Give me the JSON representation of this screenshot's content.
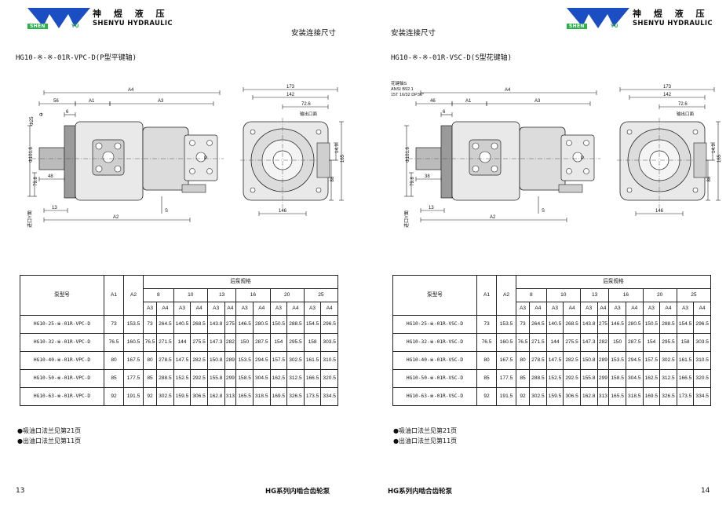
{
  "brand": {
    "name_cn": "神 煜 液 压",
    "name_en": "SHENYU HYDRAULIC",
    "logo_left": "SHEN",
    "logo_right": "YU",
    "color": "#1a4ec2"
  },
  "section_title": "安装连接尺寸",
  "pages": [
    {
      "model_title": "HG10-※-※-01R-VPC-D(P型平键轴)",
      "shaft_note": [],
      "page_number": "13",
      "footer_title": "HG系列内啮合齿轮泵",
      "dims": {
        "A4": "A4",
        "A1": "A1",
        "A3": "A3",
        "A2": "A2",
        "d56": "56",
        "d6": "6",
        "d48": "48",
        "d13": "13",
        "d173": "173",
        "d142": "142",
        "d726": "72.6",
        "d146": "146",
        "d165": "165",
        "d88": "88",
        "d143": "14.3",
        "S": "S",
        "P": "P",
        "outlet": "输出口面",
        "inlet_face": "进口Y面",
        "dia_left": "Φ101.6",
        "dia_small": "Φ25",
        "dia_f6": "Φ",
        "d798": "79.8",
        "d8": "8"
      },
      "table": {
        "col_model": "泵型号",
        "col_a1": "A1",
        "col_a2": "A2",
        "col_group": "后泵规格",
        "sizes": [
          "8",
          "10",
          "13",
          "16",
          "20",
          "25"
        ],
        "sub": [
          "A3",
          "A4"
        ],
        "rows": [
          {
            "model": "HG10-25-※-01R-VPC-D",
            "a1": "73",
            "a2": "153.5",
            "vals": [
              "73",
              "264.5",
              "140.5",
              "268.5",
              "143.8",
              "275",
              "146.5",
              "280.5",
              "150.5",
              "288.5",
              "154.5",
              "296.5"
            ]
          },
          {
            "model": "HG10-32-※-01R-VPC-D",
            "a1": "76.5",
            "a2": "160.5",
            "vals": [
              "76.5",
              "271.5",
              "144",
              "275.5",
              "147.3",
              "282",
              "150",
              "287.5",
              "154",
              "295.5",
              "158",
              "303.5"
            ]
          },
          {
            "model": "HG10-40-※-01R-VPC-D",
            "a1": "80",
            "a2": "167.5",
            "vals": [
              "80",
              "278.5",
              "147.5",
              "282.5",
              "150.8",
              "289",
              "153.5",
              "294.5",
              "157.5",
              "302.5",
              "161.5",
              "310.5"
            ]
          },
          {
            "model": "HG10-50-※-01R-VPC-D",
            "a1": "85",
            "a2": "177.5",
            "vals": [
              "85",
              "288.5",
              "152.5",
              "292.5",
              "155.8",
              "299",
              "158.5",
              "304.5",
              "162.5",
              "312.5",
              "166.5",
              "320.5"
            ]
          },
          {
            "model": "HG10-63-※-01R-VPC-D",
            "a1": "92",
            "a2": "191.5",
            "vals": [
              "92",
              "302.5",
              "159.5",
              "306.5",
              "162.8",
              "313",
              "165.5",
              "318.5",
              "169.5",
              "326.5",
              "173.5",
              "334.5"
            ]
          }
        ]
      },
      "notes": [
        "●吸油口法兰见第21页",
        "●出油口法兰见第11页"
      ]
    },
    {
      "model_title": "HG10-※-※-01R-VSC-D(S型花键轴)",
      "shaft_note": [
        "花键轴S",
        "ANSI B92.1",
        "15T 16/32 DP30°"
      ],
      "page_number": "14",
      "footer_title": "HG系列内啮合齿轮泵",
      "dims": {
        "A4": "A4",
        "A1": "A1",
        "A3": "A3",
        "A2": "A2",
        "d56": "46",
        "d6": "6",
        "d48": "38",
        "d13": "13",
        "d173": "173",
        "d142": "142",
        "d726": "72.6",
        "d146": "146",
        "d165": "165",
        "d88": "88",
        "d143": "14.3",
        "S": "S",
        "P": "P",
        "outlet": "输出口面",
        "inlet_face": "进口Y面",
        "dia_left": "Φ101.6",
        "dia_small": "",
        "dia_f6": "",
        "d798": "79.8",
        "d8": "8"
      },
      "table": {
        "col_model": "泵型号",
        "col_a1": "A1",
        "col_a2": "A2",
        "col_group": "后泵规格",
        "sizes": [
          "8",
          "10",
          "13",
          "16",
          "20",
          "25"
        ],
        "sub": [
          "A3",
          "A4"
        ],
        "rows": [
          {
            "model": "HG10-25-※-01R-VSC-D",
            "a1": "73",
            "a2": "153.5",
            "vals": [
              "73",
              "264.5",
              "140.5",
              "268.5",
              "143.8",
              "275",
              "146.5",
              "280.5",
              "150.5",
              "288.5",
              "154.5",
              "296.5"
            ]
          },
          {
            "model": "HG10-32-※-01R-VSC-D",
            "a1": "76.5",
            "a2": "160.5",
            "vals": [
              "76.5",
              "271.5",
              "144",
              "275.5",
              "147.3",
              "282",
              "150",
              "287.5",
              "154",
              "295.5",
              "158",
              "303.5"
            ]
          },
          {
            "model": "HG10-40-※-01R-VSC-D",
            "a1": "80",
            "a2": "167.5",
            "vals": [
              "80",
              "278.5",
              "147.5",
              "282.5",
              "150.8",
              "289",
              "153.5",
              "294.5",
              "157.5",
              "302.5",
              "161.5",
              "310.5"
            ]
          },
          {
            "model": "HG10-50-※-01R-VSC-D",
            "a1": "85",
            "a2": "177.5",
            "vals": [
              "85",
              "288.5",
              "152.5",
              "292.5",
              "155.8",
              "299",
              "158.5",
              "304.5",
              "162.5",
              "312.5",
              "166.5",
              "320.5"
            ]
          },
          {
            "model": "HG10-63-※-01R-VSC-D",
            "a1": "92",
            "a2": "191.5",
            "vals": [
              "92",
              "302.5",
              "159.5",
              "306.5",
              "162.8",
              "313",
              "165.5",
              "318.5",
              "169.5",
              "326.5",
              "173.5",
              "334.5"
            ]
          }
        ]
      },
      "notes": [
        "●吸油口法兰见第21页",
        "●出油口法兰见第11页"
      ]
    }
  ]
}
